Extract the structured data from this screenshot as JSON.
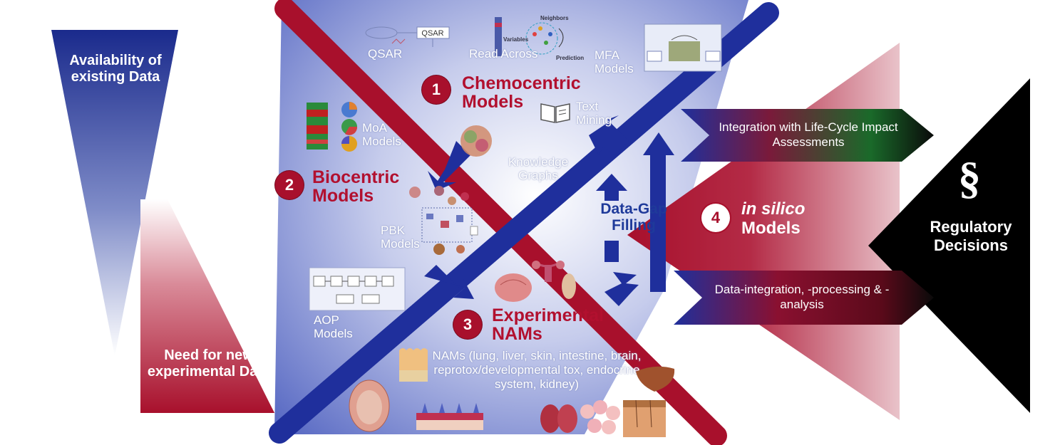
{
  "left_funnel": {
    "availability_label": "Availability of existing Data",
    "need_label": "Need for new experimental Data"
  },
  "models": {
    "chemocentric": {
      "number": "1",
      "title": "Chemocentric Models"
    },
    "biocentric": {
      "number": "2",
      "title": "Biocentric Models"
    },
    "experimental": {
      "number": "3",
      "title": "Experimental NAMs"
    },
    "insilico": {
      "number": "4",
      "title_italic": "in silico",
      "title_rest": "Models"
    }
  },
  "labels": {
    "qsar": "QSAR",
    "read_across": "Read Across",
    "mfa_models": "MFA Models",
    "text_mining": "Text Mining",
    "moa_models": "MoA Models",
    "knowledge_graphs": "Knowledge Graphs",
    "pbk_models": "PBK Models",
    "aop_models": "AOP Models",
    "nams_list": "NAMs (lung, liver, skin, intestine, brain, reprotox/developmental tox, endocrine system, kidney)"
  },
  "icon_text": {
    "qsar_box": "QSAR",
    "neighbors": "Neighbors",
    "variables": "Variables",
    "prediction": "Prediction"
  },
  "data_gap": {
    "label": "Data-Gap Filling"
  },
  "right_arrows": {
    "integration": "Integration with Life-Cycle Impact Assessments",
    "data_integration": "Data-integration, -processing & -analysis"
  },
  "regulatory": {
    "symbol": "§",
    "label": "Regulatory Decisions"
  },
  "colors": {
    "crimson": "#a8102c",
    "navy": "#1f3a9a",
    "black": "#000000"
  }
}
